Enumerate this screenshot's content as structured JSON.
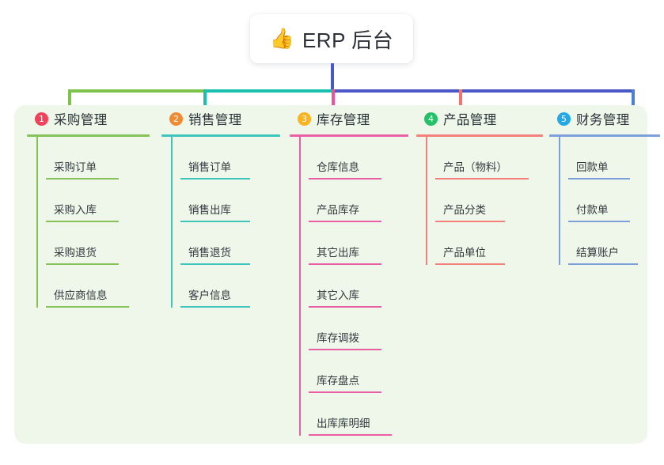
{
  "root": {
    "icon": "thumbs-up-icon",
    "emoji": "👍",
    "title": "ERP 后台"
  },
  "theme": {
    "panel_bg": "#eef7e9",
    "trunk_color": "#4a57c4",
    "page_bg": "#ffffff"
  },
  "columns": [
    {
      "index": "1",
      "title": "采购管理",
      "badge_color": "#f0425a",
      "line_color": "#86c25a",
      "bus_color": "#7dc24b",
      "items": [
        {
          "label": "采购订单",
          "line_width": 92
        },
        {
          "label": "采购入库",
          "line_width": 92
        },
        {
          "label": "采购退货",
          "line_width": 92
        },
        {
          "label": "供应商信息",
          "line_width": 105
        }
      ]
    },
    {
      "index": "2",
      "title": "销售管理",
      "badge_color": "#f08a33",
      "line_color": "#3fc5bb",
      "bus_color": "#1bbfae",
      "items": [
        {
          "label": "销售订单",
          "line_width": 88
        },
        {
          "label": "销售出库",
          "line_width": 88
        },
        {
          "label": "销售退货",
          "line_width": 88
        },
        {
          "label": "客户信息",
          "line_width": 88
        }
      ]
    },
    {
      "index": "3",
      "title": "库存管理",
      "badge_color": "#fbb320",
      "line_color": "#e85fa3",
      "bus_color": "#e8539a",
      "items": [
        {
          "label": "仓库信息",
          "line_width": 92
        },
        {
          "label": "产品库存",
          "line_width": 92
        },
        {
          "label": "其它出库",
          "line_width": 92
        },
        {
          "label": "其它入库",
          "line_width": 92
        },
        {
          "label": "库存调拨",
          "line_width": 92
        },
        {
          "label": "库存盘点",
          "line_width": 92
        },
        {
          "label": "出库库明细",
          "line_width": 105
        }
      ]
    },
    {
      "index": "4",
      "title": "产品管理",
      "badge_color": "#25c16a",
      "line_color": "#f4807c",
      "bus_color": "#f4736f",
      "items": [
        {
          "label": "产品（物料）",
          "line_width": 118
        },
        {
          "label": "产品分类",
          "line_width": 88
        },
        {
          "label": "产品单位",
          "line_width": 88
        }
      ]
    },
    {
      "index": "5",
      "title": "财务管理",
      "badge_color": "#23a8e8",
      "line_color": "#7da0dd",
      "bus_color": "#4a7fd4",
      "items": [
        {
          "label": "回款单",
          "line_width": 78
        },
        {
          "label": "付款单",
          "line_width": 78
        },
        {
          "label": "结算账户",
          "line_width": 88
        }
      ]
    }
  ]
}
